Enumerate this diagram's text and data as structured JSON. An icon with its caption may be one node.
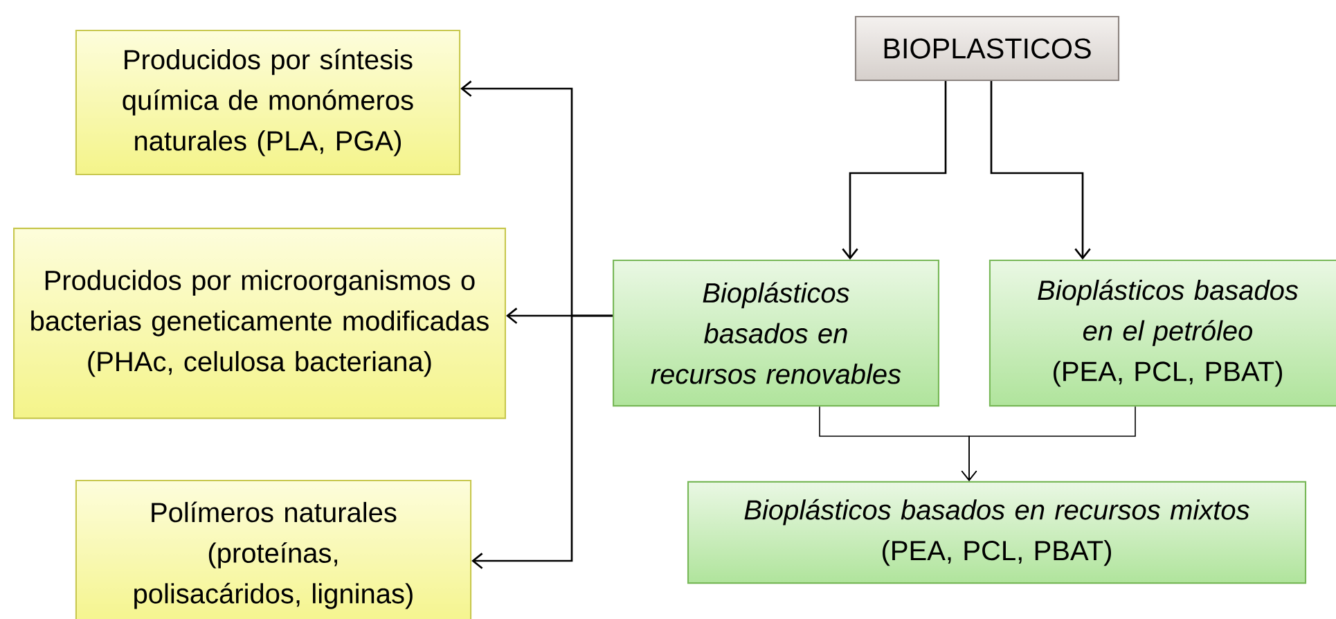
{
  "diagram": {
    "nodes": [
      {
        "text": [
          "BIOPLASTICOS"
        ]
      },
      {
        "text": [
          "Producidos por síntesis química de monómeros naturales (PLA, PGA)"
        ]
      },
      {
        "text": [
          "Producidos por microorganismos o bacterias geneticamente modificadas (PHAc, celulosa bacteriana)"
        ]
      },
      {
        "text": [
          "Bioplásticos basados en recursos renovables"
        ]
      },
      {
        "text": [
          "Bioplásticos basados en el petróleo",
          "(PEA, PCL, PBAT)"
        ]
      },
      {
        "text": [
          "Bioplásticos basados en recursos mixtos",
          "(PEA, PCL, PBAT)"
        ]
      },
      {
        "text": [
          "Polímeros naturales (proteínas, polisacáridos, ligninas)"
        ]
      }
    ],
    "edges": [
      {
        "from": 0,
        "to": 3,
        "arrow": "to"
      },
      {
        "from": 0,
        "to": 4,
        "arrow": "to"
      },
      {
        "from": 3,
        "to": 1,
        "arrow": "to"
      },
      {
        "from": 3,
        "to": 2,
        "arrow": "to"
      },
      {
        "from": 3,
        "to": 6,
        "arrow": "to"
      },
      {
        "from": 3,
        "to": 5,
        "arrow": "to"
      },
      {
        "from": 4,
        "to": 5,
        "arrow": "to"
      }
    ]
  }
}
